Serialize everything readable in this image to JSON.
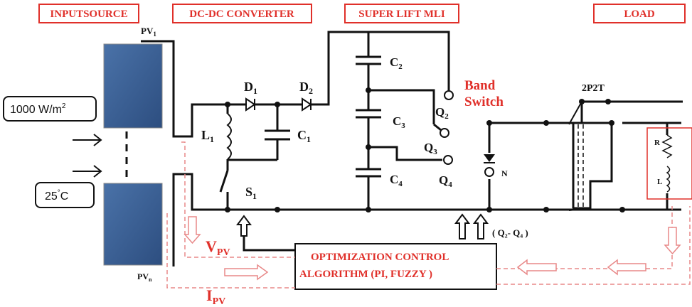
{
  "headers": {
    "input_source": "INPUTSOURCE",
    "dc_dc_converter": "DC-DC CONVERTER",
    "super_lift_mli": "SUPER LIFT MLI",
    "load": "LOAD"
  },
  "inputs": {
    "irradiance": "1000 W/m",
    "irradiance_sup": "2",
    "temperature": "25",
    "temperature_sup": "°",
    "temperature_unit": "C"
  },
  "pv_labels": {
    "pv1": "PV",
    "pv1_sub": "1",
    "pvn": "PV",
    "pvn_sub": "n"
  },
  "components": {
    "d1": "D",
    "d1_sub": "1",
    "d2": "D",
    "d2_sub": "2",
    "l1": "L",
    "l1_sub": "1",
    "c1": "C",
    "c1_sub": "1",
    "s1": "S",
    "s1_sub": "1",
    "c2": "C",
    "c2_sub": "2",
    "c3": "C",
    "c3_sub": "3",
    "c4": "C",
    "c4_sub": "4",
    "q2": "Q",
    "q2_sub": "2",
    "q3": "Q",
    "q3_sub": "3",
    "q4": "Q",
    "q4_sub": "4",
    "n": "N",
    "switch_2p2t": "2P2T",
    "band_switch_line1": "Band",
    "band_switch_line2": "Switch",
    "r": "R",
    "l": "L",
    "q_range": "( Q₂- Q₄ )"
  },
  "control": {
    "line1": "OPTIMIZATION CONTROL",
    "line2": "ALGORITHM (PI, FUZZY    )"
  },
  "signals": {
    "vpv": "V",
    "vpv_sub": "PV",
    "ipv": "I",
    "ipv_sub": "PV"
  },
  "colors": {
    "accent_red": "#e0302a",
    "wire": "#111111",
    "panel_blue": "#3d6296",
    "dashed_red": "#e88888"
  }
}
